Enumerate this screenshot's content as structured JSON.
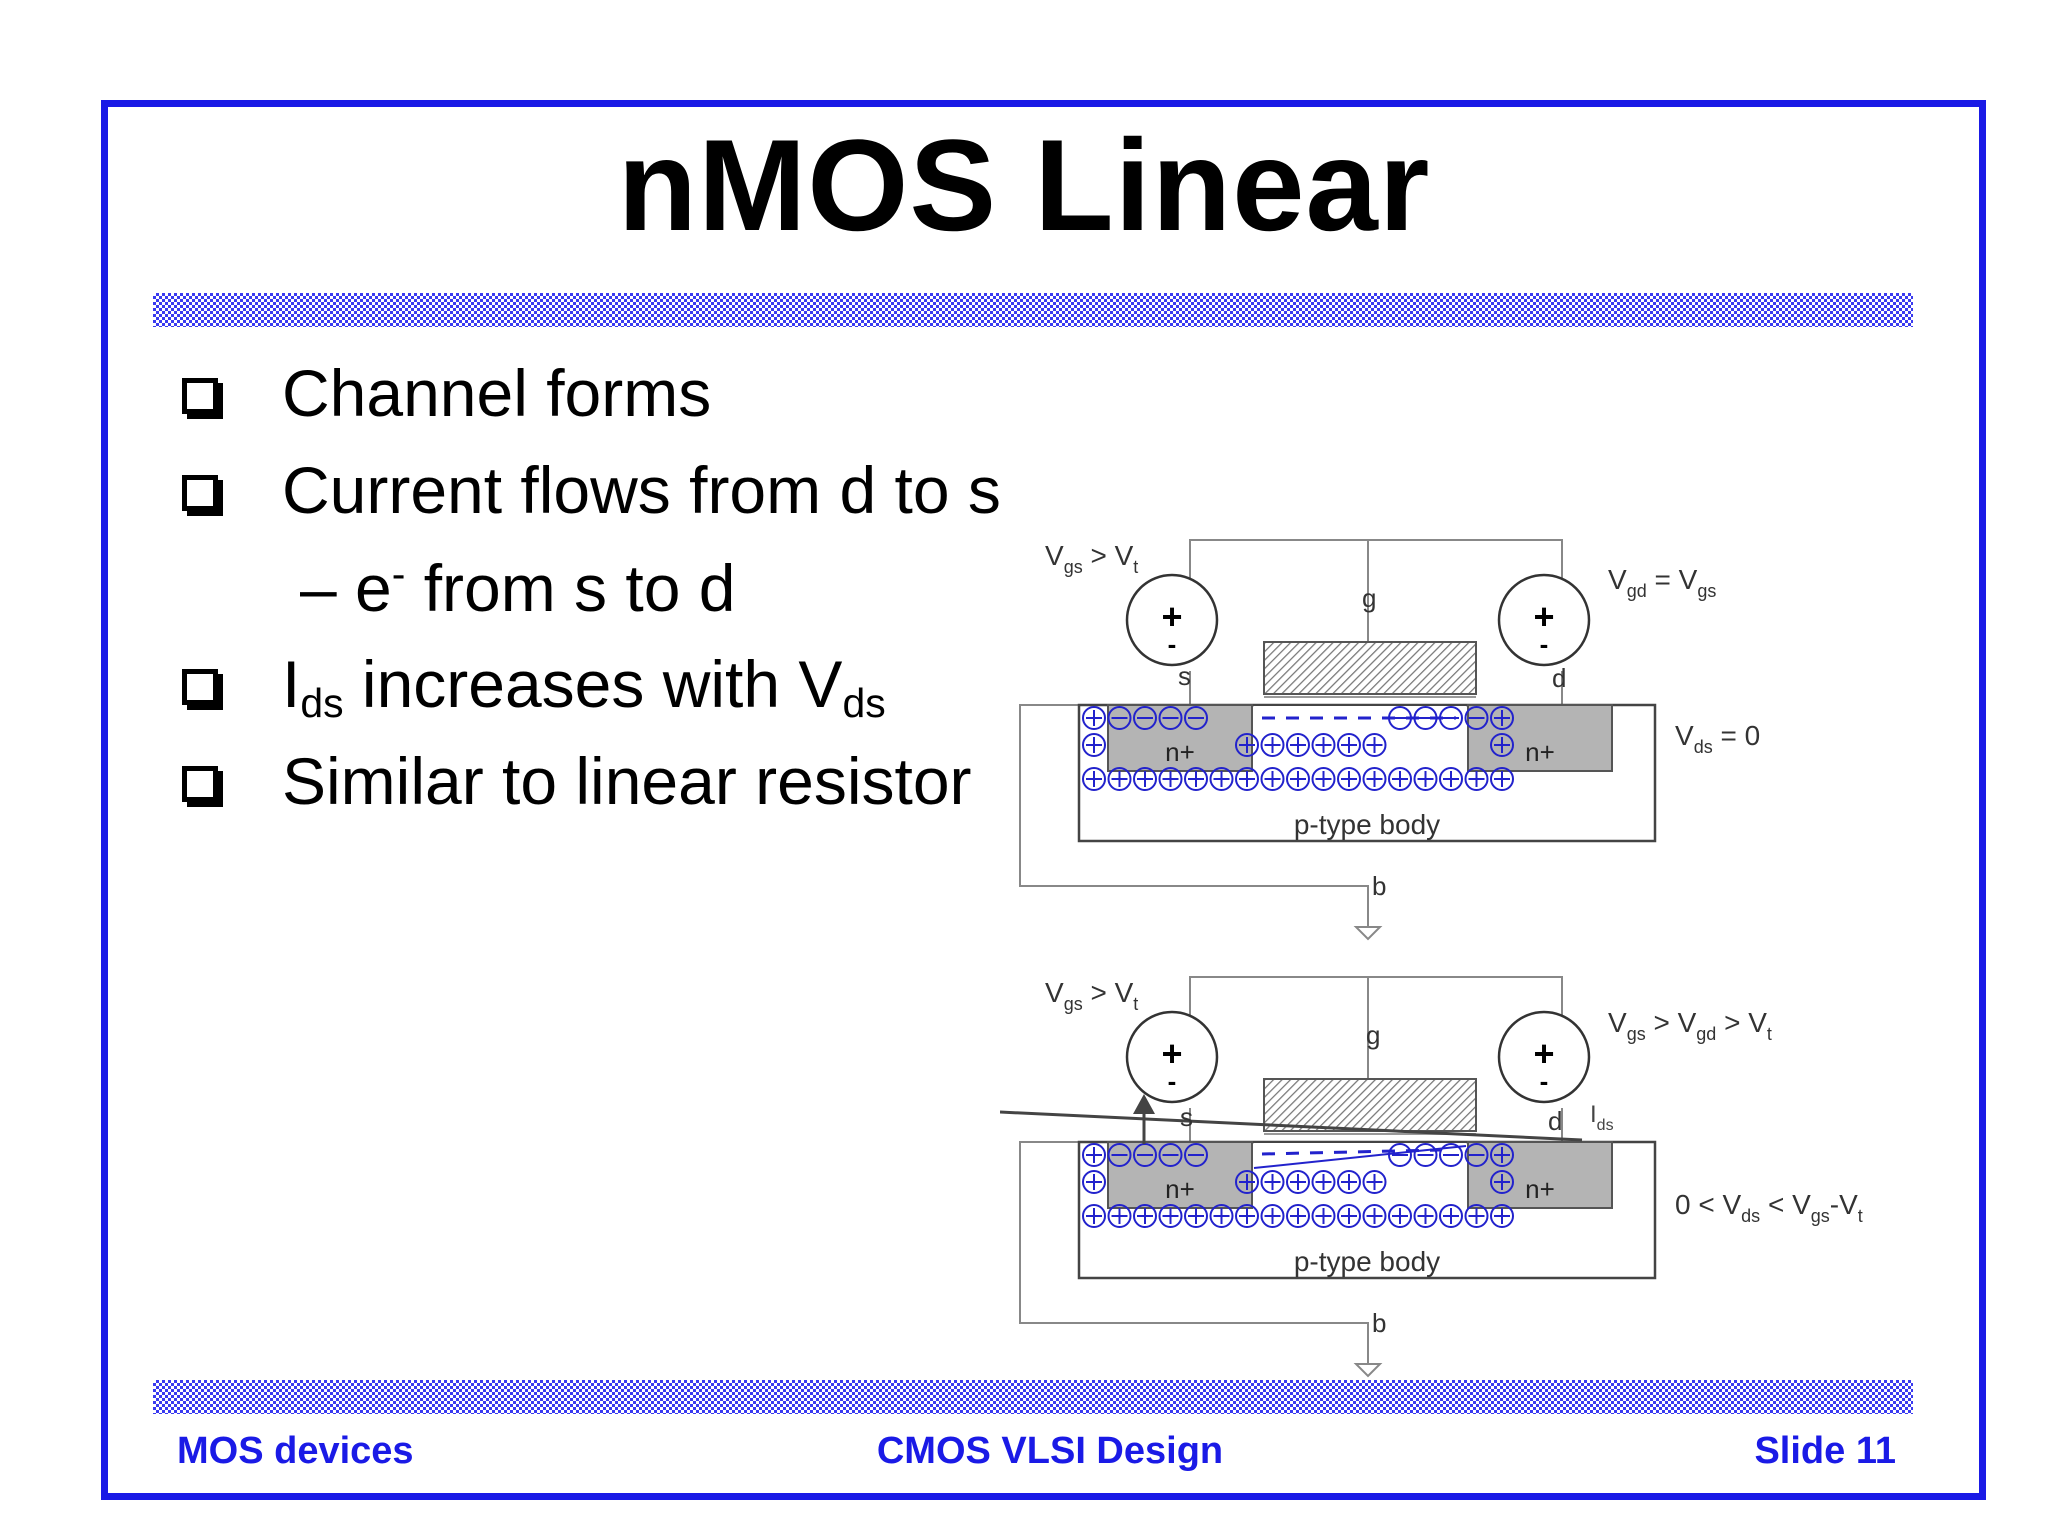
{
  "slide": {
    "title": "nMOS Linear",
    "bullets": [
      {
        "text": "Channel forms"
      },
      {
        "text": "Current flows from d to s"
      },
      {
        "sub_prefix": "– e",
        "sub_sup": "-",
        "sub_suffix": " from s to d"
      },
      {
        "i": "I",
        "i_sub": "ds",
        "mid": " increases with V",
        "v_sub": "ds"
      },
      {
        "text": "Similar to linear resistor"
      }
    ]
  },
  "footer": {
    "left": "MOS devices",
    "center": "CMOS VLSI Design",
    "right": "Slide 11"
  },
  "colors": {
    "frame": "#1a1ae6",
    "footer_text": "#1a1ae6",
    "charge_symbols": "#2222cc"
  },
  "diagram_top": {
    "source_label_main": "V",
    "source_label_sub1": "gs",
    "source_label_rel": " > V",
    "source_label_sub2": "t",
    "drain_label_main": "V",
    "drain_label_sub1": "gd",
    "drain_label_rel": " = V",
    "drain_label_sub2": "gs",
    "vds_main": "V",
    "vds_sub": "ds",
    "vds_rest": " = 0",
    "gate": "g",
    "source": "s",
    "drain": "d",
    "body_terminal": "b",
    "body": "p-type body",
    "n_region": "n+",
    "plus": "+",
    "minus": "-"
  },
  "diagram_bottom": {
    "source_label_main": "V",
    "source_label_sub1": "gs",
    "source_label_rel": " > V",
    "source_label_sub2": "t",
    "drain_label_v1": "V",
    "drain_label_s1": "gs",
    "drain_label_v2": " > V",
    "drain_label_s2": "gd",
    "drain_label_v3": " > V",
    "drain_label_s3": "t",
    "cond_a": "0 < V",
    "cond_s1": "ds",
    "cond_b": " < V",
    "cond_s2": "gs",
    "cond_c": "-V",
    "cond_s3": "t",
    "ids_main": "I",
    "ids_sub": "ds",
    "gate": "g",
    "source": "s",
    "drain": "d",
    "body_terminal": "b",
    "body": "p-type body",
    "n_region": "n+",
    "plus": "+",
    "minus": "-"
  }
}
